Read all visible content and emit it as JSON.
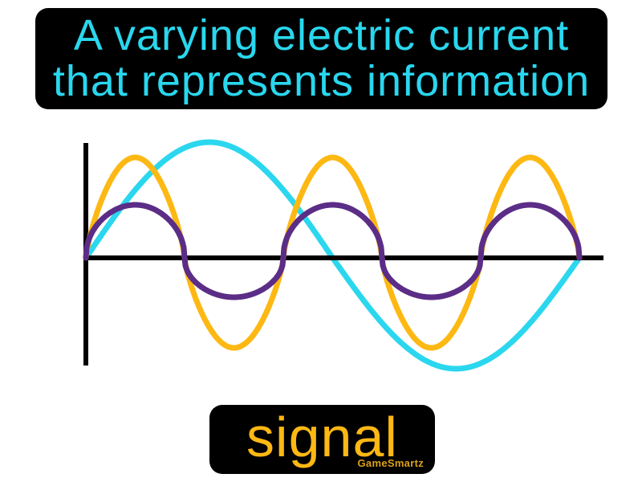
{
  "definition": {
    "line1": "A varying electric current",
    "line2": "that represents information"
  },
  "term": "signal",
  "watermark": "GameSmartz",
  "colors": {
    "background": "#ffffff",
    "banner": "#000000",
    "definition_text": "#29d7ee",
    "term_text": "#fdb813",
    "watermark_text": "#dba118",
    "axis": "#000000",
    "wave_cyan": "#2bd7ee",
    "wave_yellow": "#fdb813",
    "wave_purple": "#5b2d87"
  },
  "chart_data": {
    "type": "line",
    "title": "",
    "xlabel": "",
    "ylabel": "",
    "description": "Three superimposed waveforms starting at the axis origin: a large slow cyan sine wave (1 full cycle), a tall yellow sine wave (2.5 cycles) and a smaller flat-topped purple wave (2.5 cycles). No tick marks, labels or legend; plain black x and y axes.",
    "grid": false,
    "legend": false,
    "series": [
      {
        "name": "cyan-low-frequency-wave",
        "color": "#2bd7ee",
        "cycles": 1,
        "amplitude_up": 144,
        "amplitude_down": 138,
        "shape_exponent": 1.0
      },
      {
        "name": "yellow-high-amplitude-wave",
        "color": "#fdb813",
        "cycles": 2.5,
        "amplitude_up": 125,
        "amplitude_down": 112,
        "shape_exponent": 0.75
      },
      {
        "name": "purple-low-amplitude-wave",
        "color": "#5b2d87",
        "cycles": 2.5,
        "amplitude_up": 66,
        "amplitude_down": 49,
        "shape_exponent": 0.45
      }
    ],
    "layout": {
      "origin_x": 107,
      "origin_y": 321,
      "x_end": 722,
      "x_axis_end": 752,
      "y_axis_top": 178,
      "y_axis_bottom": 455,
      "axis_stroke": 6,
      "wave_stroke": 7
    }
  }
}
